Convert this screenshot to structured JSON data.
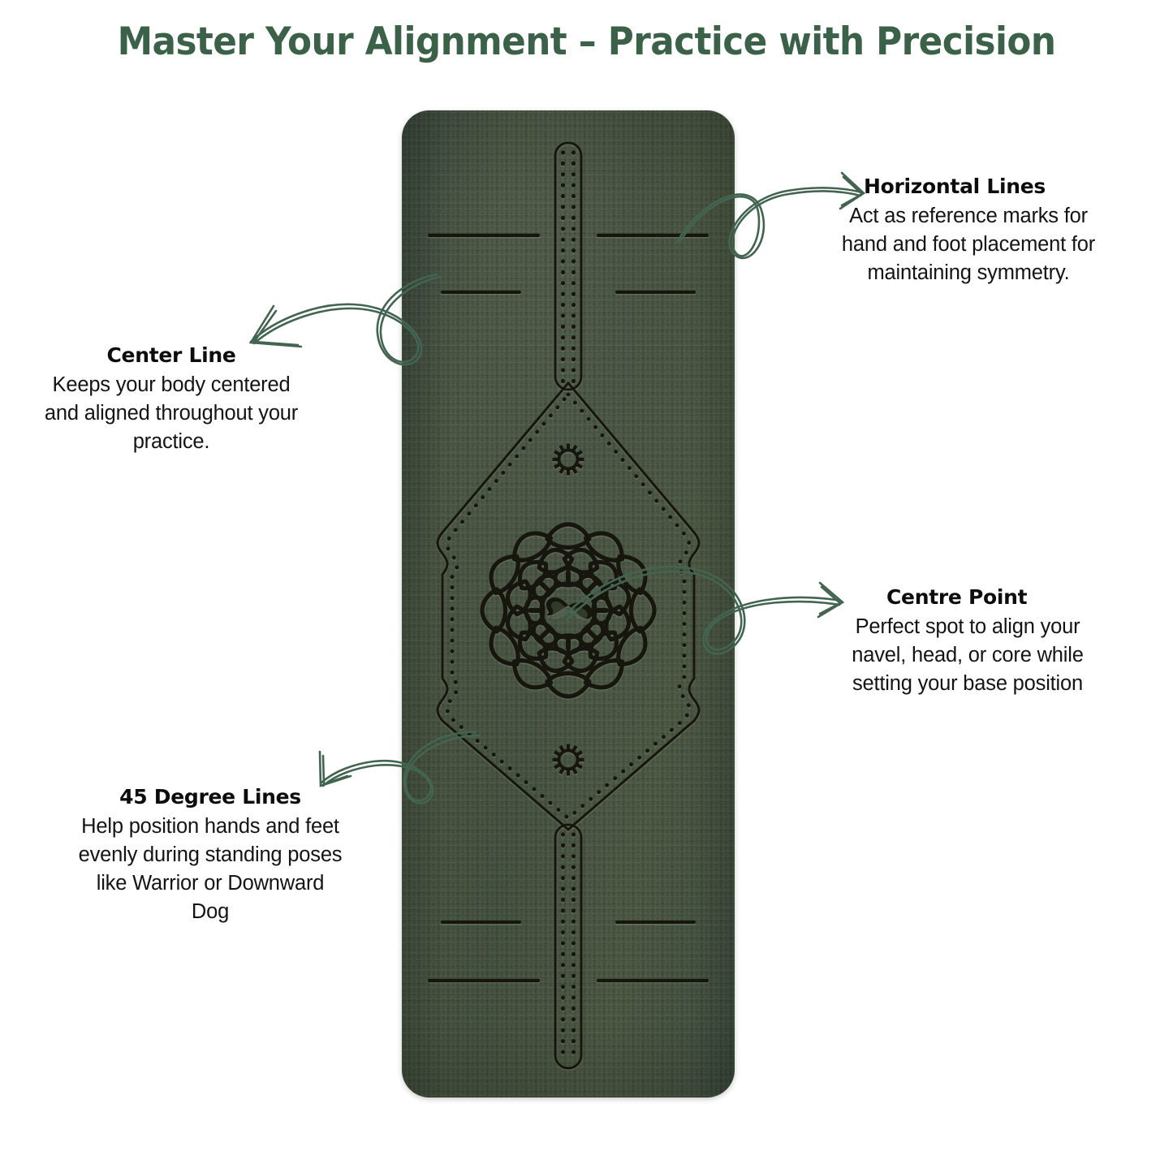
{
  "page": {
    "title": "Master Your Alignment – Practice with Precision",
    "title_color": "#3b6149",
    "background_color": "#ffffff"
  },
  "mat": {
    "name": "yoga-mat",
    "surface_color": "#43503e",
    "marking_color": "#12180f",
    "features": [
      "center-line",
      "horizontal-reference-lines",
      "45-degree-dotted-lines",
      "centre-point-mandala",
      "sun-icons"
    ]
  },
  "callouts": [
    {
      "id": "horizontal-lines",
      "heading": "Horizontal Lines",
      "body_lines": [
        "Act as reference marks for",
        "hand and foot placement for",
        "maintaining symmetry."
      ]
    },
    {
      "id": "center-line",
      "heading": "Center Line",
      "body_lines": [
        "Keeps your body centered",
        "and aligned throughout your",
        "practice."
      ]
    },
    {
      "id": "centre-point",
      "heading": "Centre Point",
      "body_lines": [
        "Perfect spot to align your",
        "navel, head, or core while",
        "setting your base position"
      ]
    },
    {
      "id": "45-degree-lines",
      "heading": "45 Degree Lines",
      "body_lines": [
        "Help position hands and feet",
        "evenly during standing poses",
        "like Warrior or Downward",
        "Dog"
      ]
    }
  ],
  "arrows": {
    "color": "#426450",
    "items": [
      {
        "name": "arrow-to-horizontal-lines",
        "direction": "right"
      },
      {
        "name": "arrow-to-center-line",
        "direction": "left"
      },
      {
        "name": "arrow-to-centre-point",
        "direction": "right"
      },
      {
        "name": "arrow-to-45-degree-lines",
        "direction": "left"
      }
    ]
  }
}
